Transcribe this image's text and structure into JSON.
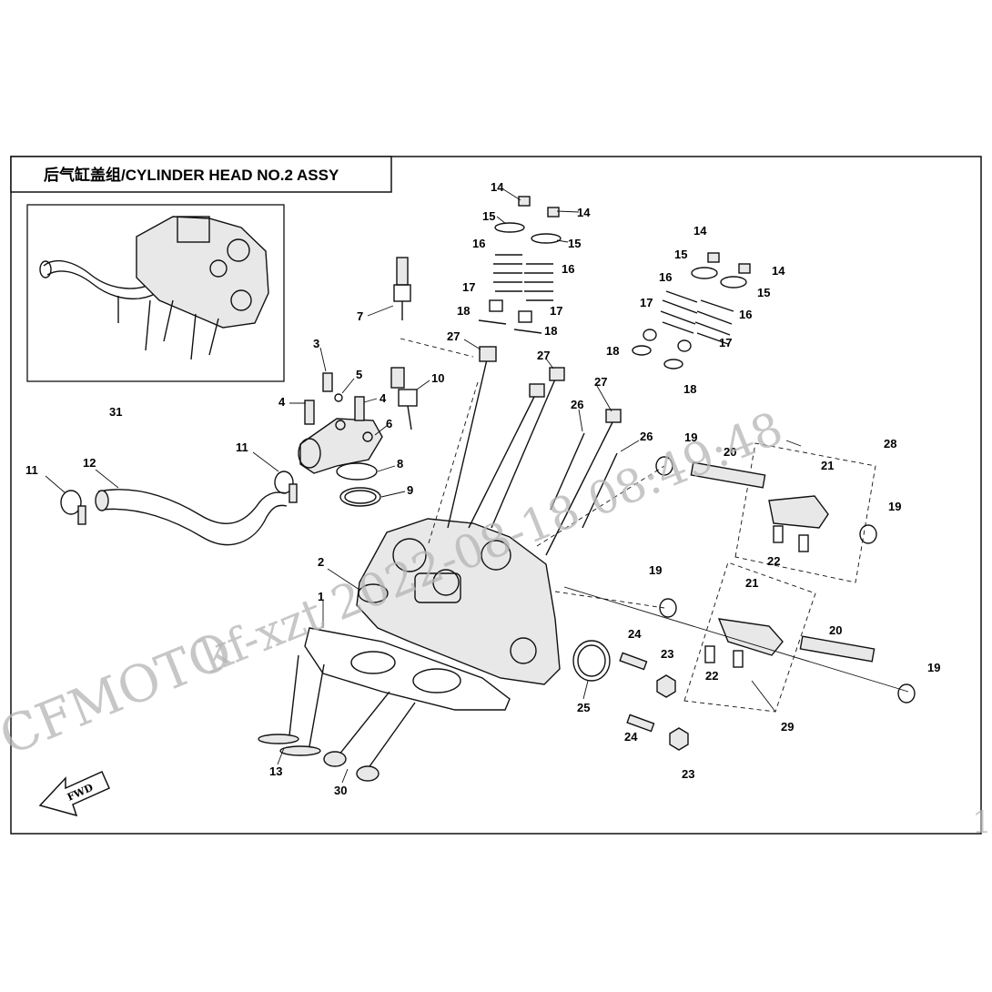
{
  "header": {
    "title": "后气缸盖组/CYLINDER HEAD NO.2  ASSY"
  },
  "watermark": {
    "brand": "CFMOTO",
    "text": "kf-xzt 2022-08-18 08:49:48"
  },
  "badge": {
    "fwd": "FWD"
  },
  "edge_mark": "1",
  "callouts": [
    {
      "label": "1"
    },
    {
      "label": "2"
    },
    {
      "label": "3"
    },
    {
      "label": "4"
    },
    {
      "label": "4"
    },
    {
      "label": "5"
    },
    {
      "label": "6"
    },
    {
      "label": "7"
    },
    {
      "label": "8"
    },
    {
      "label": "9"
    },
    {
      "label": "10"
    },
    {
      "label": "11"
    },
    {
      "label": "11"
    },
    {
      "label": "12"
    },
    {
      "label": "13"
    },
    {
      "label": "14"
    },
    {
      "label": "14"
    },
    {
      "label": "14"
    },
    {
      "label": "14"
    },
    {
      "label": "15"
    },
    {
      "label": "15"
    },
    {
      "label": "15"
    },
    {
      "label": "15"
    },
    {
      "label": "16"
    },
    {
      "label": "16"
    },
    {
      "label": "16"
    },
    {
      "label": "16"
    },
    {
      "label": "17"
    },
    {
      "label": "17"
    },
    {
      "label": "17"
    },
    {
      "label": "17"
    },
    {
      "label": "18"
    },
    {
      "label": "18"
    },
    {
      "label": "18"
    },
    {
      "label": "18"
    },
    {
      "label": "19"
    },
    {
      "label": "19"
    },
    {
      "label": "19"
    },
    {
      "label": "19"
    },
    {
      "label": "20"
    },
    {
      "label": "20"
    },
    {
      "label": "21"
    },
    {
      "label": "21"
    },
    {
      "label": "22"
    },
    {
      "label": "22"
    },
    {
      "label": "23"
    },
    {
      "label": "23"
    },
    {
      "label": "24"
    },
    {
      "label": "24"
    },
    {
      "label": "25"
    },
    {
      "label": "26"
    },
    {
      "label": "26"
    },
    {
      "label": "27"
    },
    {
      "label": "27"
    },
    {
      "label": "27"
    },
    {
      "label": "28"
    },
    {
      "label": "29"
    },
    {
      "label": "30"
    },
    {
      "label": "31"
    }
  ]
}
